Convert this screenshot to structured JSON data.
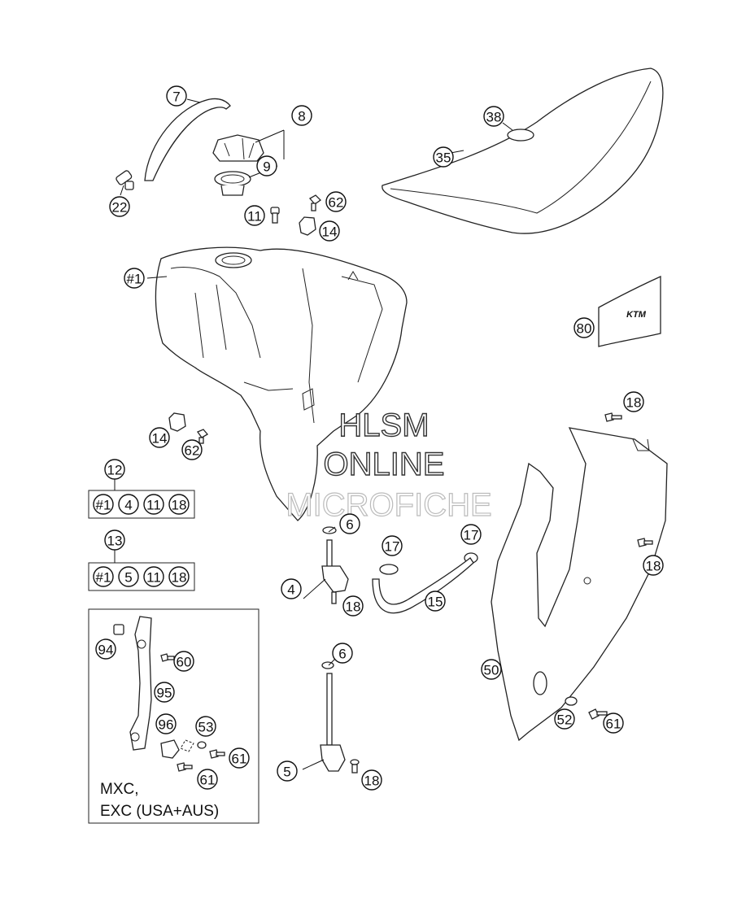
{
  "callouts": {
    "c7": "7",
    "c8": "8",
    "c9": "9",
    "c22": "22",
    "c11a": "11",
    "c62a": "62",
    "c14a": "14",
    "c38": "38",
    "c35": "35",
    "c1": "#1",
    "c80": "80",
    "c14b": "14",
    "c62b": "62",
    "c12": "12",
    "c13": "13",
    "c6a": "6",
    "c4": "4",
    "c18a": "18",
    "c17a": "17",
    "c17b": "17",
    "c15": "15",
    "c18b": "18",
    "c18c": "18",
    "c50": "50",
    "c52": "52",
    "c61a": "61",
    "c94": "94",
    "c60": "60",
    "c95": "95",
    "c96": "96",
    "c53": "53",
    "c61b": "61",
    "c61c": "61",
    "c6b": "6",
    "c5": "5",
    "c18d": "18"
  },
  "kits": {
    "kit12": [
      "#1",
      "4",
      "11",
      "18"
    ],
    "kit13": [
      "#1",
      "5",
      "11",
      "18"
    ]
  },
  "inset_note": {
    "line1": "MXC,",
    "line2": "EXC (USA+AUS)"
  },
  "watermark": {
    "line1": "HLSM",
    "line2": "ONLINE",
    "line3": "MICROFICHE"
  }
}
